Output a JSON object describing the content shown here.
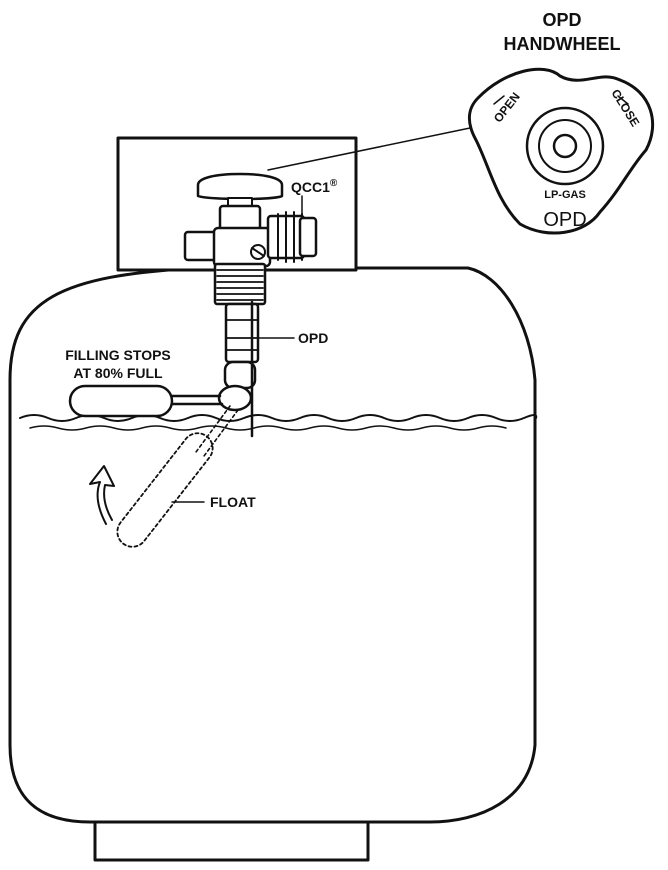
{
  "handwheel": {
    "title_line1": "OPD",
    "title_line2": "HANDWHEEL",
    "open_text": "OPEN",
    "close_text": "CLOSE",
    "lpgas_text": "LP-GAS",
    "opd_text": "OPD"
  },
  "labels": {
    "qcc1": "QCC1",
    "qcc1_mark": "®",
    "opd": "OPD",
    "filling_line1": "FILLING STOPS",
    "filling_line2": "AT 80% FULL",
    "float": "FLOAT"
  }
}
